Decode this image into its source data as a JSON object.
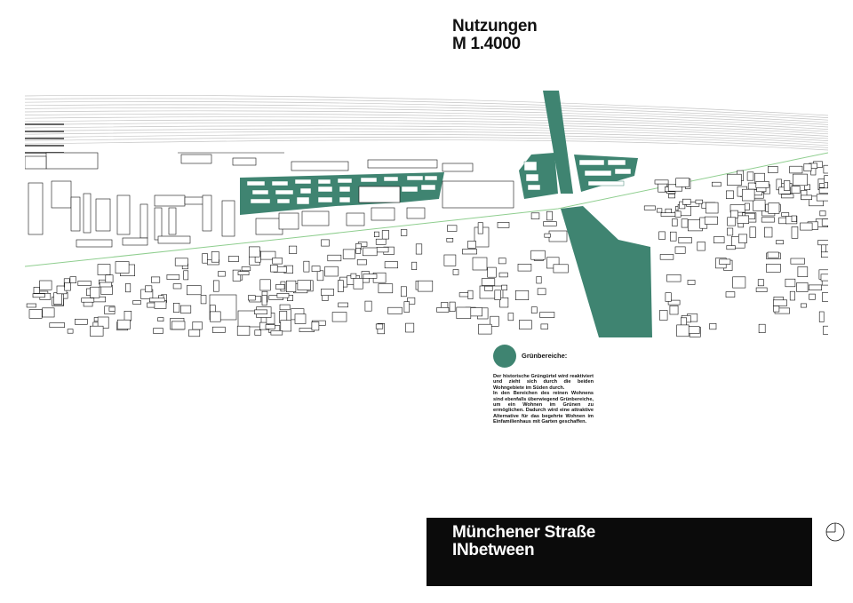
{
  "title": {
    "line1": "Nutzungen",
    "line2": "M 1.4000"
  },
  "legend": {
    "heading": "Grünbereiche:",
    "paragraph1": "Der historische Grüngürtel wird reaktiviert und zieht sich durch die beiden Wohngebiete im Süden durch.",
    "paragraph2": "In den Bereichen des reinen Wohnens sind ebenfalls überwiegend Grünbereiche, um ein Wohnen im Grünen zu ermöglichen. Dadurch wird eine attraktive Alternative für das begehrte Wohnen im Einfamilienhaus mit Garten geschaffen."
  },
  "banner": {
    "line1": "Münchener Straße",
    "line2": "INbetween"
  },
  "colors": {
    "green_area": "#3f8471",
    "building_outline": "#111111",
    "railway_line": "#bdbdbd",
    "green_belt_line": "#8fce8f",
    "banner_background": "#0b0b0b"
  },
  "icons": {
    "north_arrow": "compass-icon"
  }
}
